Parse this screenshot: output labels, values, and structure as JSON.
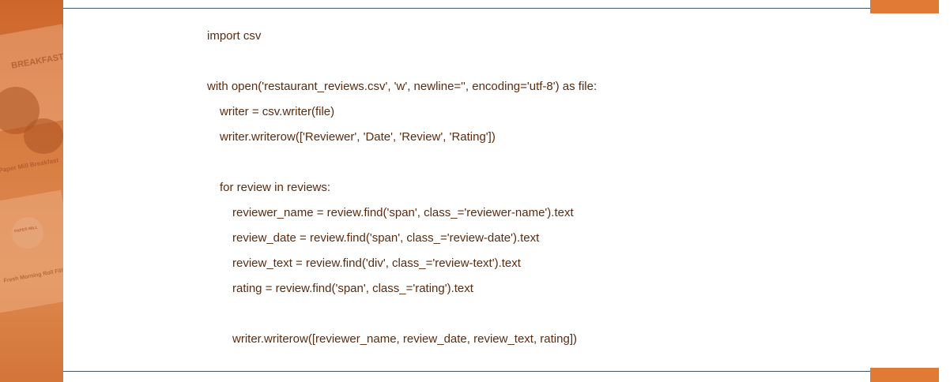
{
  "side_image": {
    "title_text": "BREAKFAST",
    "caption_1": "Paper Mill Breakfast",
    "caption_2": "Fresh Morning Roll Fillings",
    "logo_text": "PAPER MILL"
  },
  "code": {
    "lines": [
      {
        "indent": 0,
        "text": "import csv"
      },
      {
        "indent": 0,
        "text": ""
      },
      {
        "indent": 0,
        "text": "with open('restaurant_reviews.csv', 'w', newline='', encoding='utf-8') as file:"
      },
      {
        "indent": 1,
        "text": "writer = csv.writer(file)"
      },
      {
        "indent": 1,
        "text": "writer.writerow(['Reviewer', 'Date', 'Review', 'Rating'])"
      },
      {
        "indent": 0,
        "text": ""
      },
      {
        "indent": 1,
        "text": "for review in reviews:"
      },
      {
        "indent": 2,
        "text": "reviewer_name = review.find('span', class_='reviewer-name').text"
      },
      {
        "indent": 2,
        "text": "review_date = review.find('span', class_='review-date').text"
      },
      {
        "indent": 2,
        "text": "review_text = review.find('div', class_='review-text').text"
      },
      {
        "indent": 2,
        "text": "rating = review.find('span', class_='rating').text"
      },
      {
        "indent": 0,
        "text": ""
      },
      {
        "indent": 2,
        "text": "writer.writerow([reviewer_name, review_date, review_text, rating])"
      }
    ]
  },
  "colors": {
    "code_text": "#5a2c0f",
    "accent": "#e07a35",
    "rule": "#3d5566"
  }
}
